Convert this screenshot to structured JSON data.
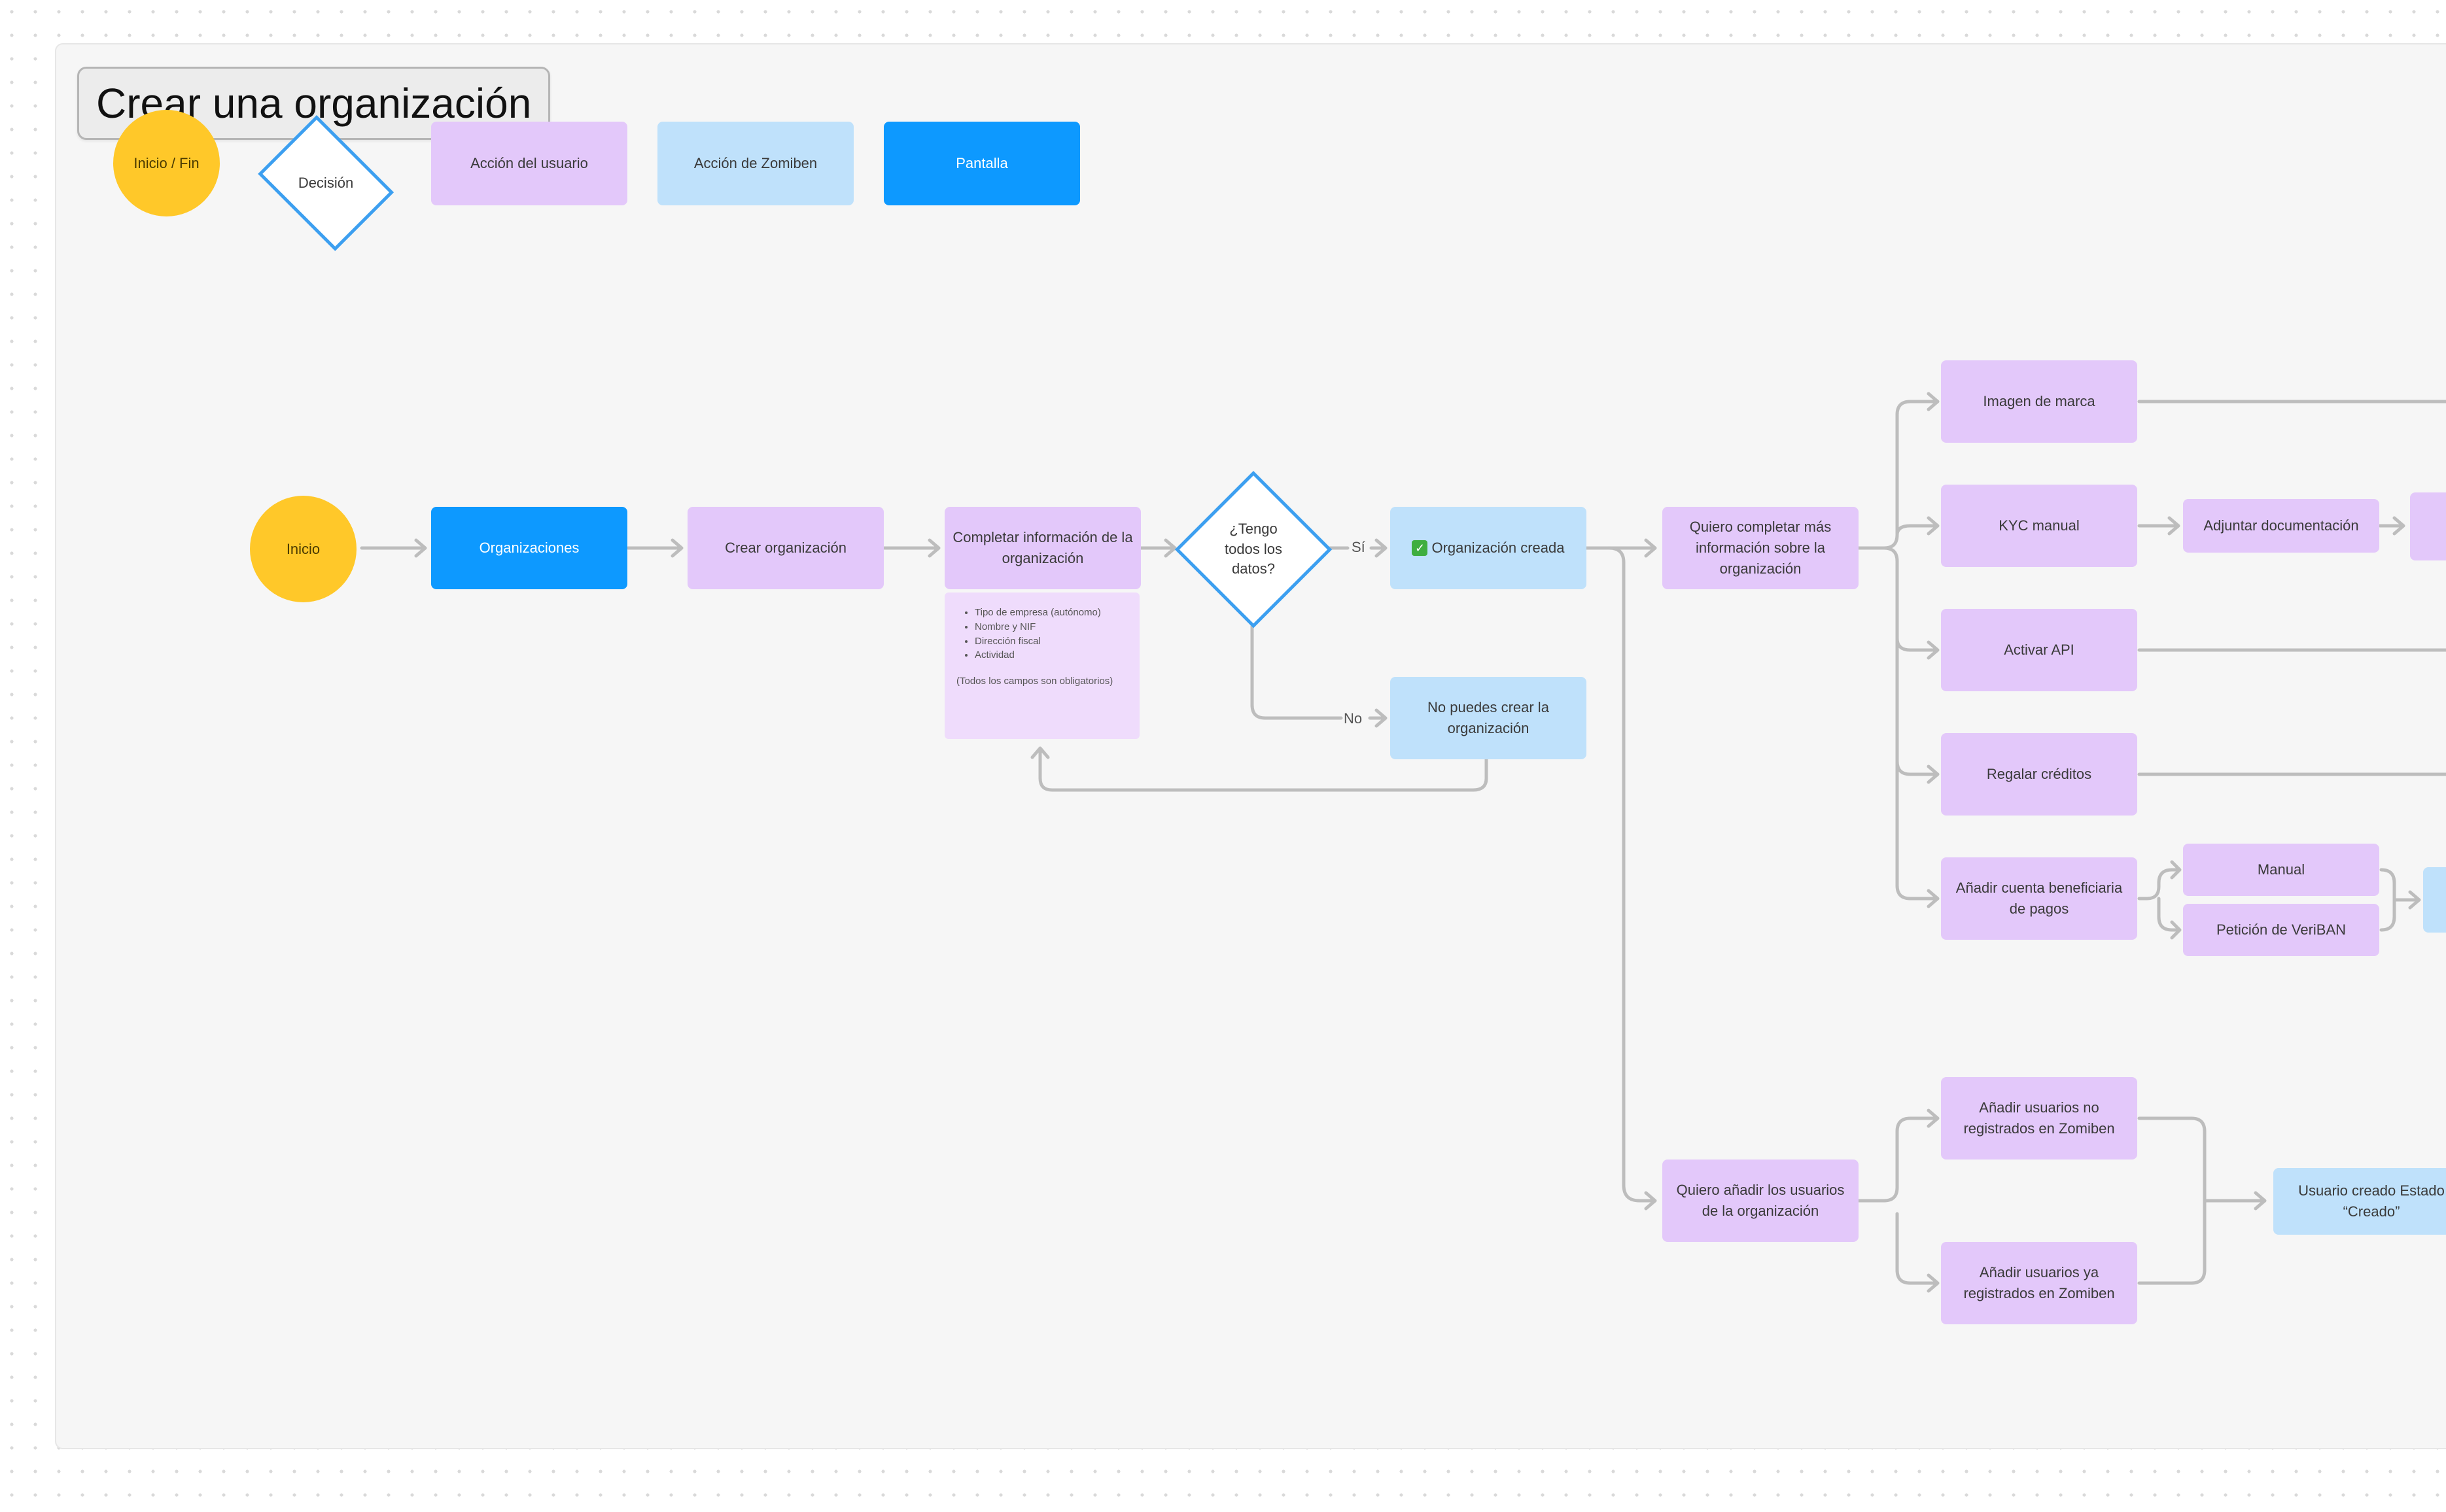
{
  "title": "Crear una organización",
  "legend": {
    "start_end": "Inicio / Fin",
    "decision": "Decisión",
    "user_action": "Acción del usuario",
    "zoomben_action": "Acción de Zomiben",
    "screen": "Pantalla"
  },
  "flow": {
    "inicio": "Inicio",
    "organizaciones": "Organizaciones",
    "crear": "Crear organización",
    "completar": "Completar información de la organización",
    "note_items": [
      "Tipo de empresa (autónomo)",
      "Nombre y NIF",
      "Dirección fiscal",
      "Actividad"
    ],
    "note_footer": "(Todos los campos son obligatorios)",
    "decision": "¿Tengo todos los datos?",
    "si": "Sí",
    "no": "No",
    "creada": "Organización creada",
    "no_puedes": "No puedes crear la organización",
    "mas_info": "Quiero completar más información sobre la organización",
    "anadir_usuarios": "Quiero añadir los usuarios de la organización",
    "imagen": "Imagen de marca",
    "kyc": "KYC manual",
    "adjuntar": "Adjuntar documentación",
    "api": "Activar API",
    "creditos": "Regalar créditos",
    "cuenta": "Añadir cuenta beneficiaria de pagos",
    "manual": "Manual",
    "peticion": "Petición de VeriBAN",
    "no_registrados": "Añadir usuarios no registrados en Zomiben",
    "ya_registrados": "Añadir usuarios ya registrados en Zomiben",
    "usuario_creado": "Usuario creado Estado “Creado”"
  },
  "colors": {
    "start_end": "#ffc829",
    "user_action": "#e3c8fa",
    "zoomben_action": "#bfe1fb",
    "screen": "#0d99ff",
    "decision_border": "#3c9ff0"
  }
}
